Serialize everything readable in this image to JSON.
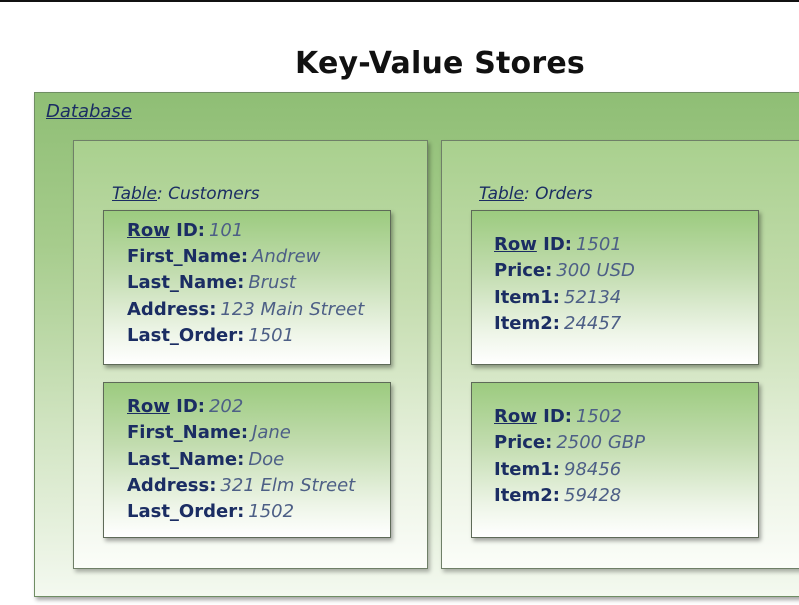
{
  "title": "Key-Value Stores",
  "database_label": "Database",
  "tables": [
    {
      "label_prefix": "Table",
      "label_name": ": Customers",
      "rows": [
        {
          "fields": [
            {
              "key_u": "Row",
              "key_rest": " ID:",
              "value": "101"
            },
            {
              "key_u": "",
              "key_rest": "First_Name:",
              "value": "Andrew"
            },
            {
              "key_u": "",
              "key_rest": "Last_Name:",
              "value": "Brust"
            },
            {
              "key_u": "",
              "key_rest": "Address:",
              "value": "123 Main Street"
            },
            {
              "key_u": "",
              "key_rest": "Last_Order:",
              "value": "1501"
            }
          ]
        },
        {
          "fields": [
            {
              "key_u": "Row",
              "key_rest": " ID:",
              "value": "202"
            },
            {
              "key_u": "",
              "key_rest": "First_Name:",
              "value": "Jane"
            },
            {
              "key_u": "",
              "key_rest": "Last_Name:",
              "value": "Doe"
            },
            {
              "key_u": "",
              "key_rest": "Address:",
              "value": "321 Elm Street"
            },
            {
              "key_u": "",
              "key_rest": "Last_Order:",
              "value": "1502"
            }
          ]
        }
      ]
    },
    {
      "label_prefix": "Table",
      "label_name": ": Orders",
      "rows": [
        {
          "fields": [
            {
              "key_u": "Row",
              "key_rest": " ID:",
              "value": "1501"
            },
            {
              "key_u": "",
              "key_rest": "Price:",
              "value": "300 USD"
            },
            {
              "key_u": "",
              "key_rest": "Item1:",
              "value": "52134"
            },
            {
              "key_u": "",
              "key_rest": "Item2:",
              "value": "24457"
            }
          ]
        },
        {
          "fields": [
            {
              "key_u": "Row",
              "key_rest": " ID:",
              "value": "1502"
            },
            {
              "key_u": "",
              "key_rest": "Price:",
              "value": "2500 GBP"
            },
            {
              "key_u": "",
              "key_rest": "Item1:",
              "value": "98456"
            },
            {
              "key_u": "",
              "key_rest": "Item2:",
              "value": "59428"
            }
          ]
        }
      ]
    }
  ]
}
